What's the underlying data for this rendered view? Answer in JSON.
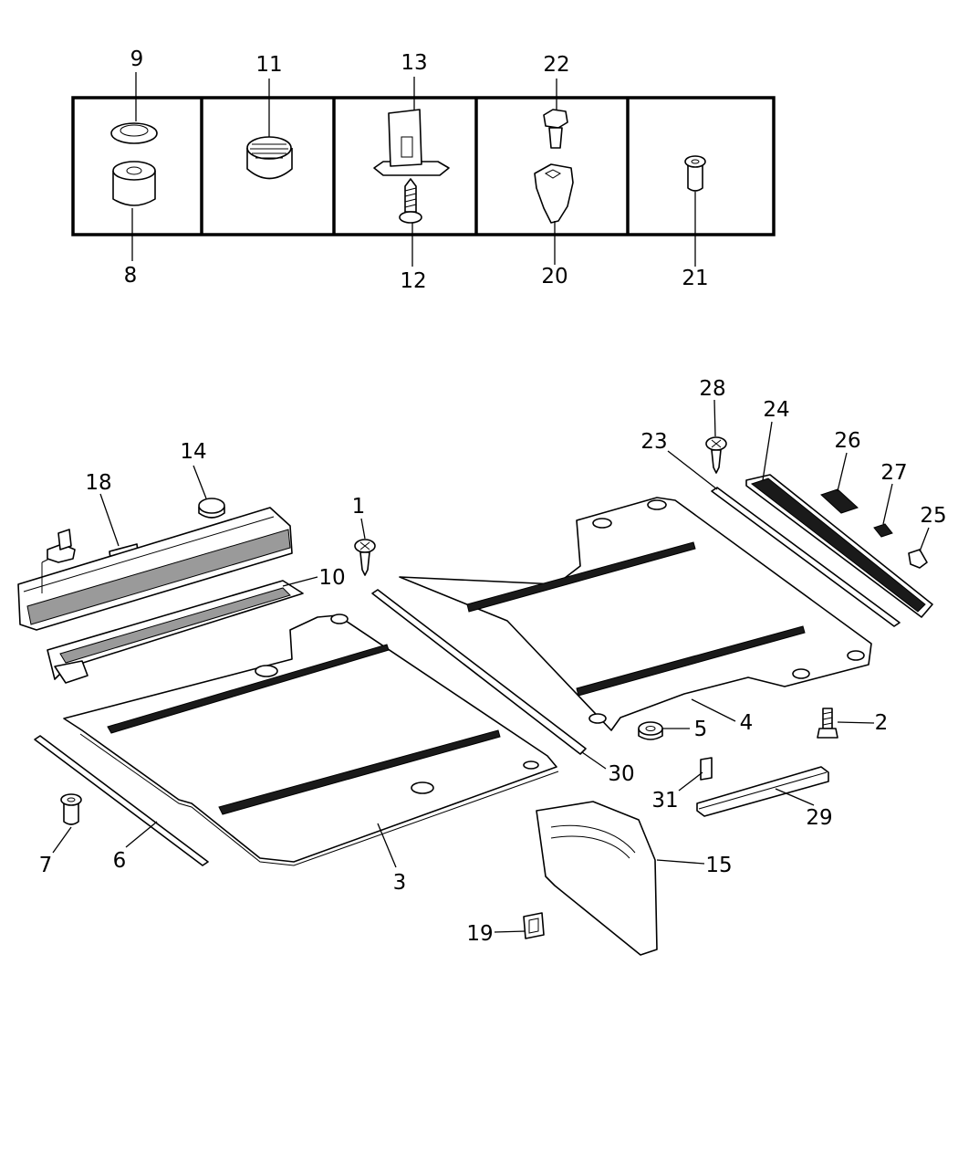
{
  "callouts": {
    "c1": "1",
    "c2": "2",
    "c3": "3",
    "c4": "4",
    "c5": "5",
    "c6": "6",
    "c7": "7",
    "c8": "8",
    "c9": "9",
    "c10": "10",
    "c11": "11",
    "c12": "12",
    "c13": "13",
    "c14": "14",
    "c15": "15",
    "c18": "18",
    "c19": "19",
    "c20": "20",
    "c21": "21",
    "c22": "22",
    "c23": "23",
    "c24": "24",
    "c25": "25",
    "c26": "26",
    "c27": "27",
    "c28": "28",
    "c29": "29",
    "c30": "30",
    "c31": "31"
  }
}
